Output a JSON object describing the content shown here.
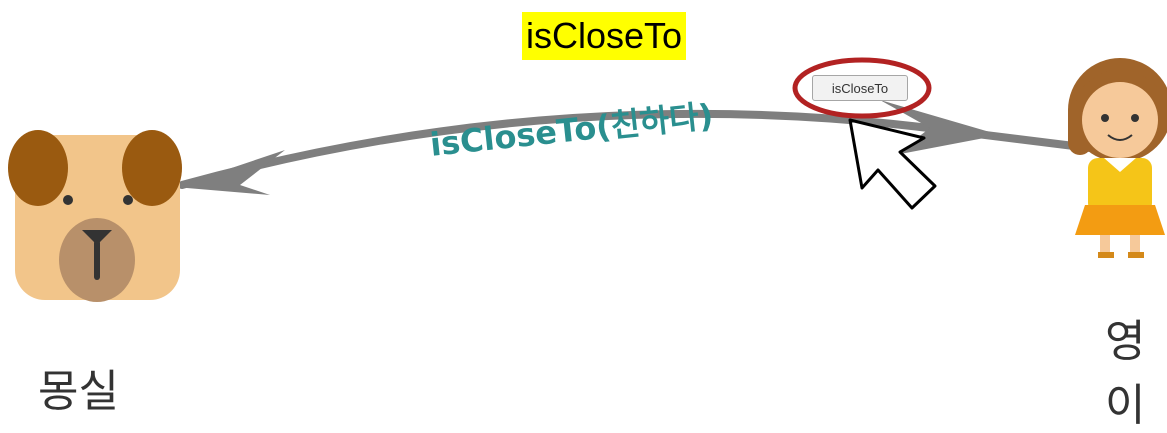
{
  "title": "isCloseTo",
  "edge_label": "isCloseTo(친하다)",
  "button_label": "isCloseTo",
  "nodes": {
    "dog_name": "몽실",
    "girl_name": "영이"
  },
  "colors": {
    "highlight": "#ffff00",
    "edge": "#7f7f7f",
    "edge_label": "#2a8f8f",
    "circle": "#b22222"
  },
  "icons": [
    "dog-face-icon",
    "girl-icon",
    "mouse-cursor-icon"
  ]
}
